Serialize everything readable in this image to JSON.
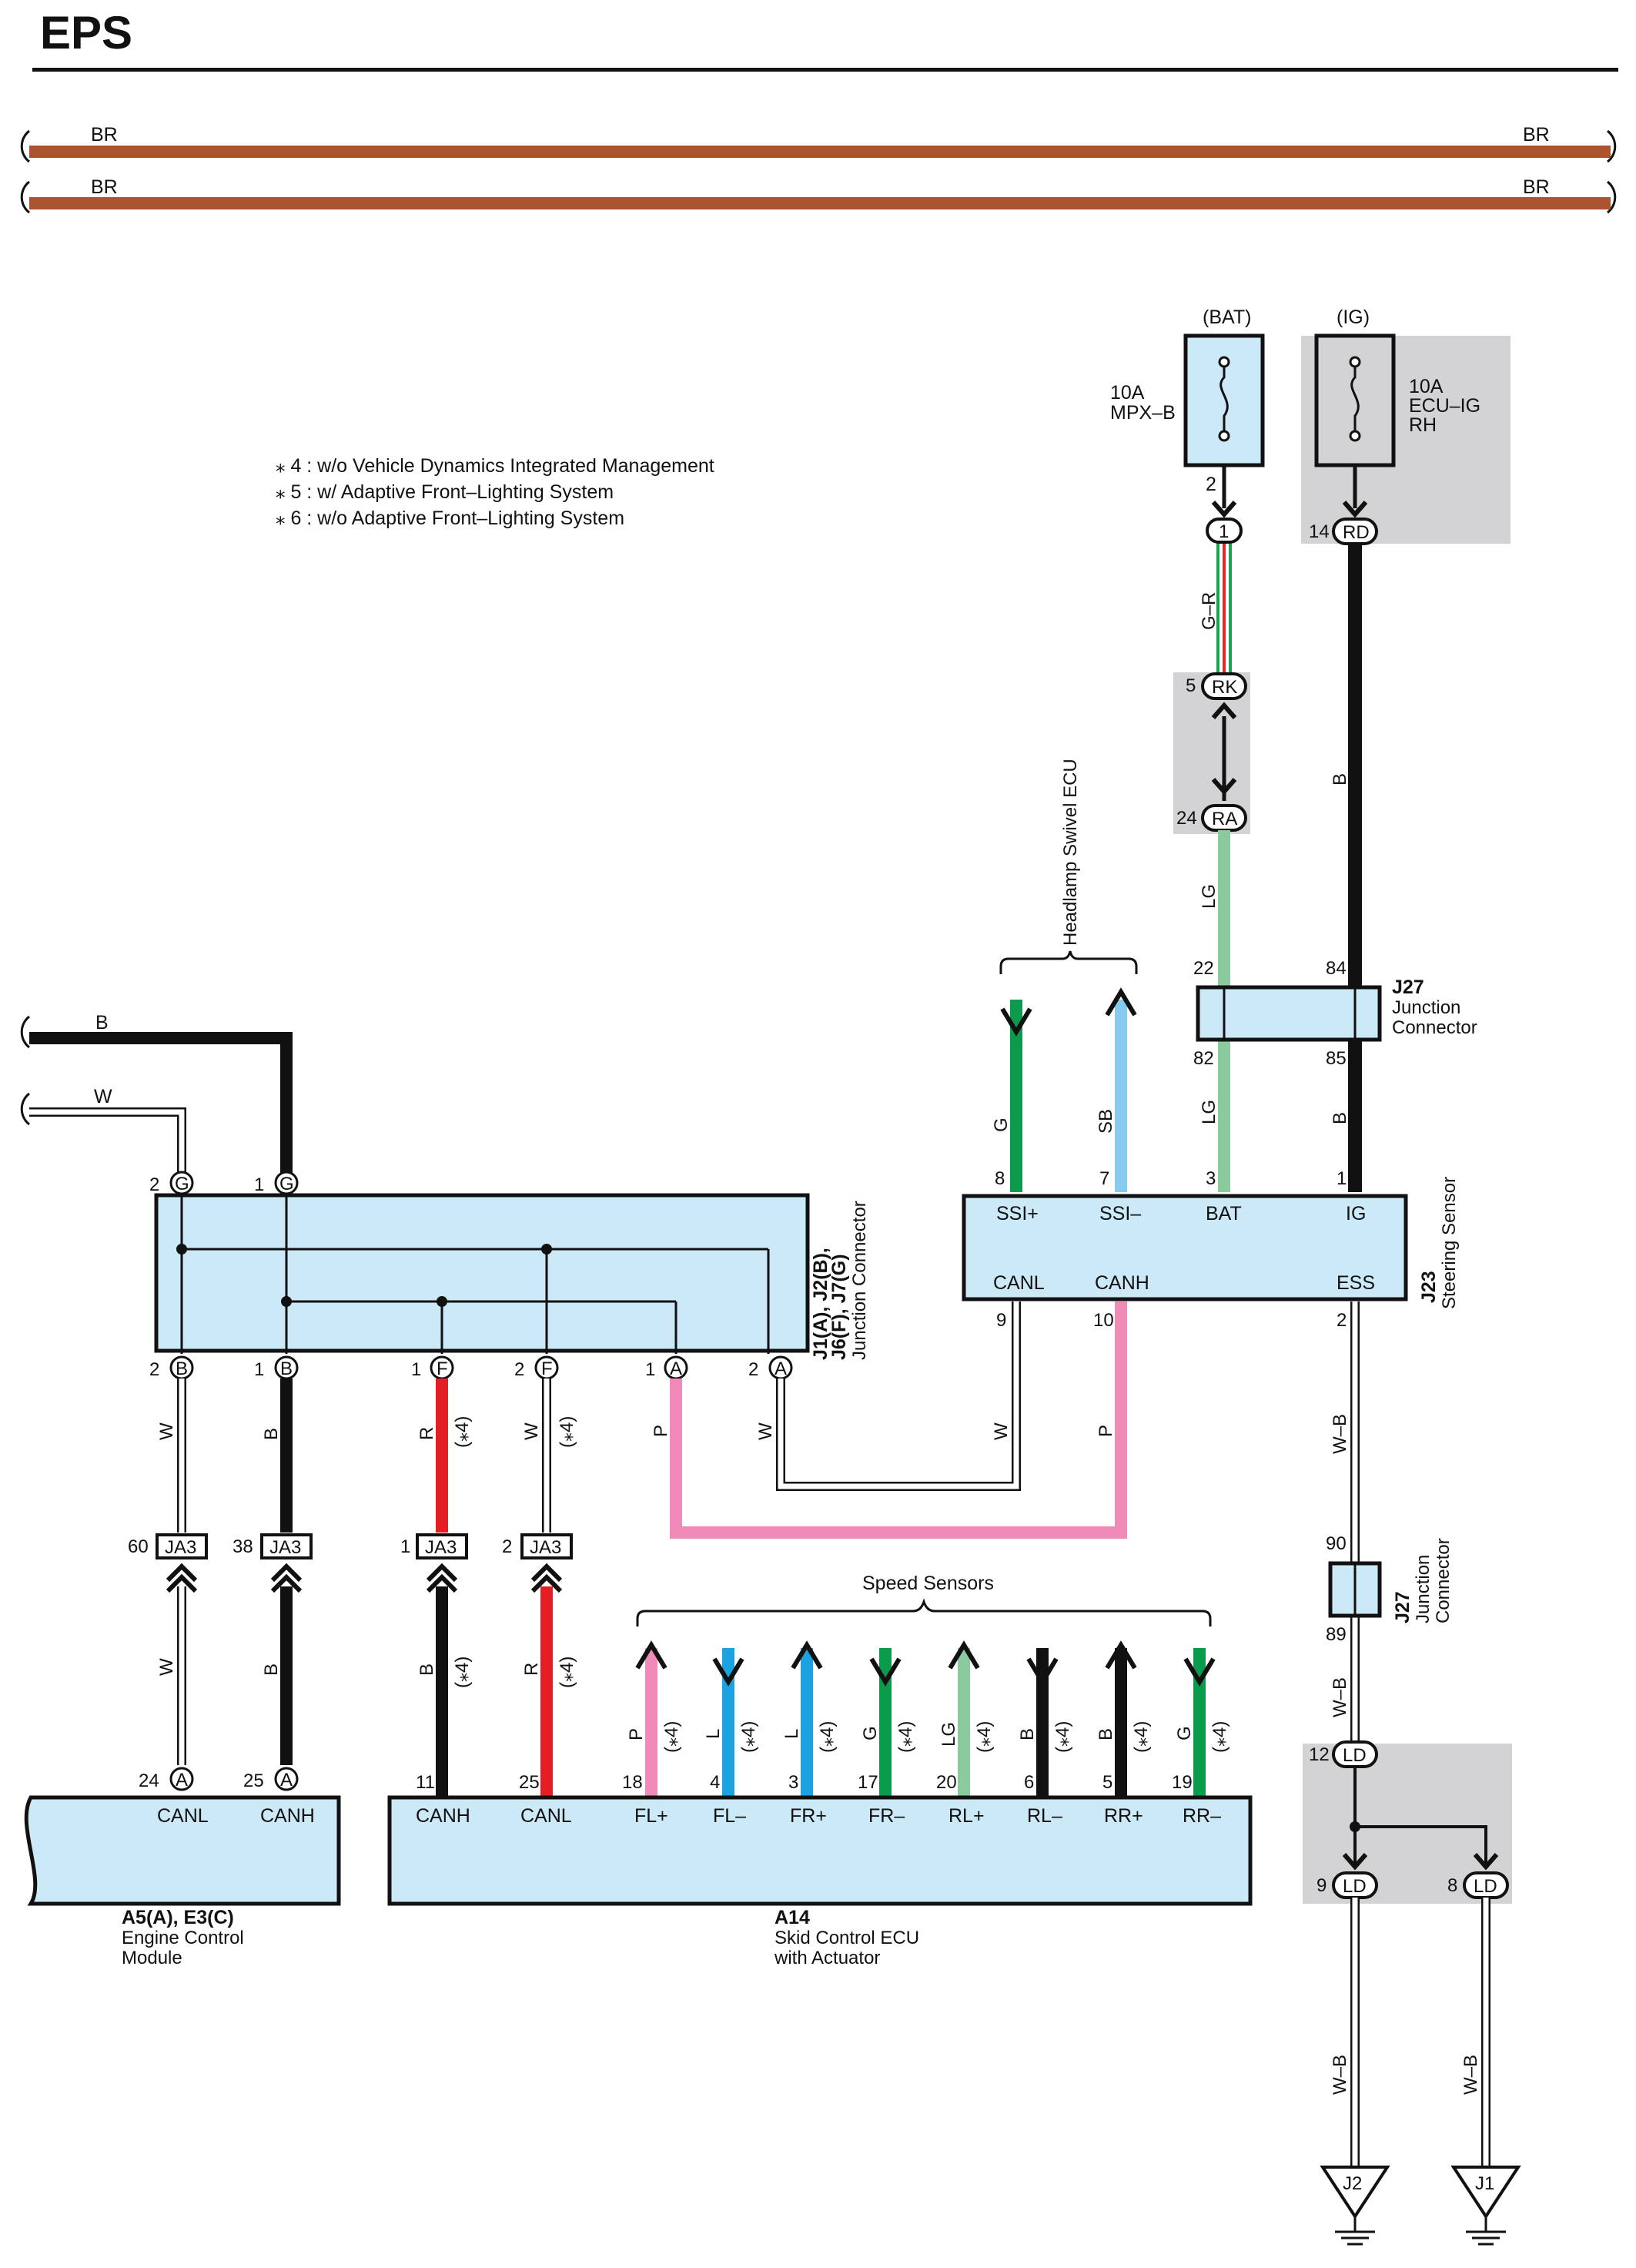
{
  "title": "EPS",
  "harness": {
    "top_label_left": "BR",
    "top_label_right": "BR",
    "second_label_left": "BR",
    "second_label_right": "BR",
    "color": "#a9532f"
  },
  "notes": [
    "⁎ 4 : w/o Vehicle Dynamics Integrated Management",
    "⁎ 5 : w/ Adaptive Front–Lighting System",
    "⁎ 6 : w/o Adaptive Front–Lighting System"
  ],
  "fuses": {
    "bat": {
      "supply": "(BAT)",
      "rating": "10A",
      "name": "MPX–B",
      "pin": "2"
    },
    "ig": {
      "supply": "(IG)",
      "rating": "10A",
      "name1": "ECU–IG",
      "name2": "RH"
    }
  },
  "connectors_top": {
    "oval_1": {
      "pin": "1"
    },
    "rd": {
      "pin": "14",
      "id": "RD"
    },
    "rk": {
      "pin": "5",
      "id": "RK"
    },
    "ra": {
      "pin": "24",
      "id": "RA"
    }
  },
  "wire_colors": {
    "g_r": "G–R",
    "b": "B",
    "lg": "LG",
    "g": "G",
    "sb": "SB",
    "w": "W",
    "p": "P",
    "r": "R",
    "l": "L",
    "w_b": "W–B",
    "star4": "(⁎4)"
  },
  "headlamp_swivel": "Headlamp Swivel ECU",
  "j27_upper": {
    "id": "J27",
    "name1": "Junction",
    "name2": "Connector",
    "pins": [
      "22",
      "84",
      "82",
      "85"
    ]
  },
  "steering_sensor": {
    "id": "J23",
    "name": "Steering Sensor",
    "top_pins": [
      {
        "num": "8",
        "label": "SSI+"
      },
      {
        "num": "7",
        "label": "SSI–"
      },
      {
        "num": "3",
        "label": "BAT"
      },
      {
        "num": "1",
        "label": "IG"
      }
    ],
    "bottom_pins": [
      {
        "num": "9",
        "label": "CANL"
      },
      {
        "num": "10",
        "label": "CANH"
      },
      {
        "num": "2",
        "label": "ESS"
      }
    ]
  },
  "junction_connector": {
    "id1": "J1(A), J2(B),",
    "id2": "J6(F), J7(G)",
    "name": "Junction Connector",
    "top_pins": [
      {
        "num": "2",
        "id": "G"
      },
      {
        "num": "1",
        "id": "G"
      }
    ],
    "bottom_pins": [
      {
        "num": "2",
        "id": "B"
      },
      {
        "num": "1",
        "id": "B"
      },
      {
        "num": "1",
        "id": "F"
      },
      {
        "num": "2",
        "id": "F"
      },
      {
        "num": "1",
        "id": "A"
      },
      {
        "num": "2",
        "id": "A"
      }
    ]
  },
  "left_inputs": {
    "b": "B",
    "w": "W"
  },
  "ja3": {
    "id": "JA3",
    "pins": [
      "60",
      "38",
      "1",
      "2"
    ]
  },
  "j27_lower": {
    "id": "J27",
    "name1": "Junction",
    "name2": "Connector",
    "pins": [
      "90",
      "89"
    ]
  },
  "ld": {
    "id": "LD",
    "pins": [
      "12",
      "9",
      "8"
    ]
  },
  "speed_sensors": "Speed Sensors",
  "ecm": {
    "id": "A5(A), E3(C)",
    "name1": "Engine Control",
    "name2": "Module",
    "pins": [
      {
        "num": "24",
        "id": "A",
        "label": "CANL"
      },
      {
        "num": "25",
        "id": "A",
        "label": "CANH"
      }
    ]
  },
  "skid": {
    "id": "A14",
    "name1": "Skid Control ECU",
    "name2": "with Actuator",
    "pins": [
      {
        "num": "11",
        "label": "CANH"
      },
      {
        "num": "25",
        "label": "CANL"
      },
      {
        "num": "18",
        "label": "FL+"
      },
      {
        "num": "4",
        "label": "FL–"
      },
      {
        "num": "3",
        "label": "FR+"
      },
      {
        "num": "17",
        "label": "FR–"
      },
      {
        "num": "20",
        "label": "RL+"
      },
      {
        "num": "6",
        "label": "RL–"
      },
      {
        "num": "5",
        "label": "RR+"
      },
      {
        "num": "19",
        "label": "RR–"
      }
    ]
  },
  "grounds": {
    "j2": "J2",
    "j1": "J1"
  }
}
